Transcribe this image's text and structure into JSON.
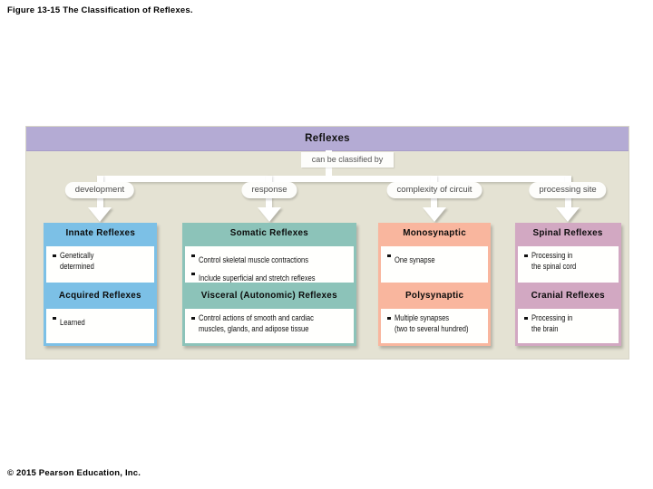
{
  "figure": {
    "title": "Figure 13-15 The Classification of Reflexes.",
    "copyright": "© 2015 Pearson Education, Inc."
  },
  "chart": {
    "root_label": "Reflexes",
    "classifier_label": "can be classified by",
    "colors": {
      "header_bar": "#b4abd4",
      "panel_bg": "#e4e2d3",
      "connector": "#ffffff"
    },
    "branches": [
      {
        "label": "development",
        "accent": "#7cc0e6",
        "nodes": [
          {
            "title": "Innate Reflexes",
            "bullets": [
              "Genetically\ndetermined"
            ]
          },
          {
            "title": "Acquired Reflexes",
            "bullets": [
              "Learned"
            ]
          }
        ]
      },
      {
        "label": "response",
        "accent": "#8cc3b9",
        "nodes": [
          {
            "title": "Somatic Reflexes",
            "bullets": [
              "Control skeletal muscle contractions",
              "Include superficial and stretch reflexes"
            ]
          },
          {
            "title": "Visceral (Autonomic) Reflexes",
            "bullets": [
              "Control actions of smooth and cardiac\nmuscles, glands, and adipose tissue"
            ]
          }
        ]
      },
      {
        "label": "complexity of circuit",
        "accent": "#f9b69e",
        "nodes": [
          {
            "title": "Monosynaptic",
            "bullets": [
              "One synapse"
            ]
          },
          {
            "title": "Polysynaptic",
            "bullets": [
              "Multiple synapses\n(two to several hundred)"
            ]
          }
        ]
      },
      {
        "label": "processing site",
        "accent": "#d2a8c2",
        "nodes": [
          {
            "title": "Spinal Reflexes",
            "bullets": [
              "Processing in\nthe spinal cord"
            ]
          },
          {
            "title": "Cranial Reflexes",
            "bullets": [
              "Processing in\nthe brain"
            ]
          }
        ]
      }
    ]
  }
}
